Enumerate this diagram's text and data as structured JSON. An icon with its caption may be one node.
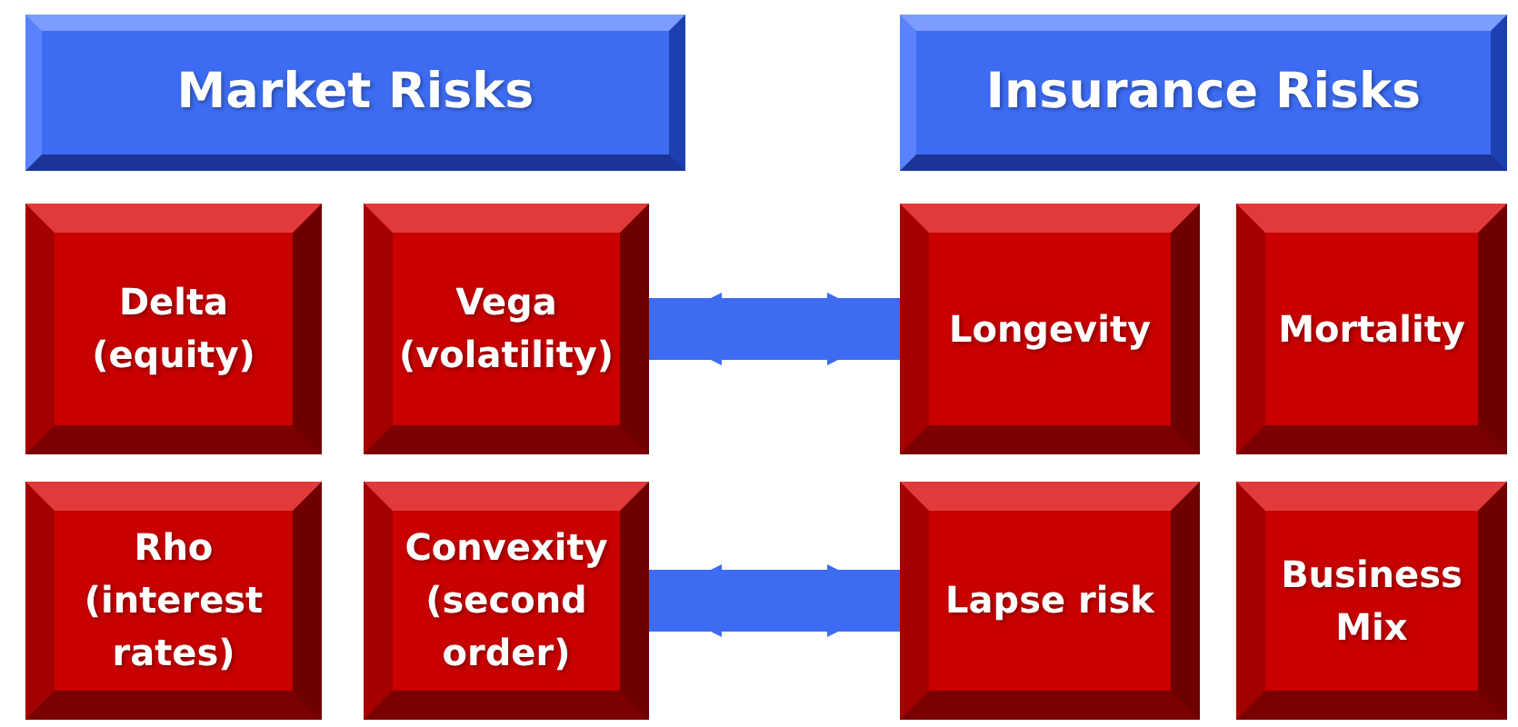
{
  "diagram": {
    "nodes": [
      {
        "text": [
          "Market Risks"
        ]
      },
      {
        "text": [
          "Insurance Risks"
        ]
      },
      {
        "text": [
          "Delta (equity)"
        ]
      },
      {
        "text": [
          "Vega (volatility)"
        ]
      },
      {
        "text": [
          "Longevity"
        ]
      },
      {
        "text": [
          "Mortality"
        ]
      },
      {
        "text": [
          "Rho (interest rates)"
        ]
      },
      {
        "text": [
          "Convexity (second order)"
        ]
      },
      {
        "text": [
          "Lapse risk"
        ]
      },
      {
        "text": [
          "Business Mix"
        ]
      }
    ],
    "edges": [
      {
        "from": 3,
        "to": 4,
        "arrow": "both"
      },
      {
        "from": 7,
        "to": 8,
        "arrow": "both"
      }
    ]
  }
}
